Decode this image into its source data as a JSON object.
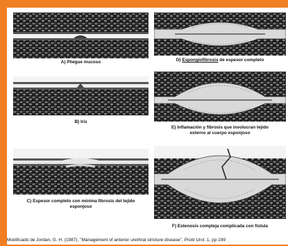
{
  "panels": {
    "a": {
      "label": "A) Pliegue mucoso"
    },
    "b": {
      "label": "B) Iris"
    },
    "c": {
      "label_line1": "C) Espesor completo con mínima fibrosis del tejido",
      "label_line2": "esponjoso"
    },
    "d": {
      "label_prefix": "D) ",
      "label_underlined": "Espongiofibrosis",
      "label_suffix": " de espesor completo"
    },
    "e": {
      "label_line1": "E) Inflamación y fibrosis que involucran tejido",
      "label_line2": "externo al cuerpo esponjoso"
    },
    "f": {
      "label": "F) Estenosis compleja complicada con fístula"
    }
  },
  "footer": {
    "text": "Modificado de Jordan, G. H. (1987). \"Management of anterior urethral stricture disease\". ",
    "journal": "Probl Urol",
    "tail": ". 1, pp 199"
  },
  "colors": {
    "accent": "#f07f24",
    "tissue": "#2c2c2c",
    "lumen": "#f3f3f3",
    "fibrosis": "#d9d9d9"
  }
}
